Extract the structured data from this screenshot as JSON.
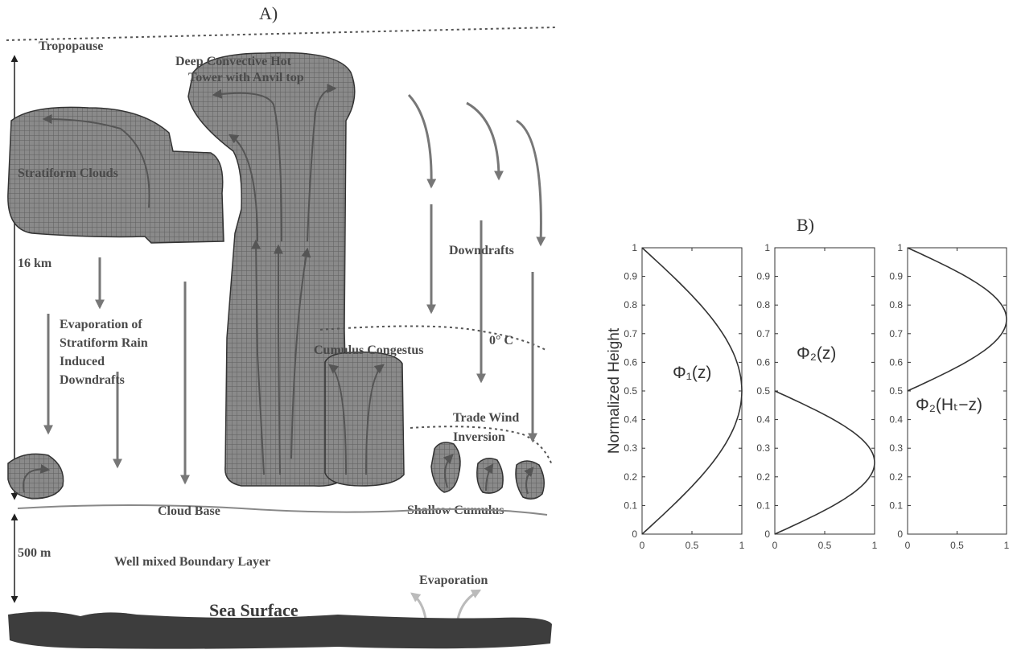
{
  "panel_a": {
    "title": "A)",
    "labels": {
      "tropopause": "Tropopause",
      "deep_convective_1": "Deep Convective Hot",
      "deep_convective_2": "Tower with Anvil top",
      "stratiform": "Stratiform Clouds",
      "km16": "16 km",
      "downdrafts": "Downdrafts",
      "evap_1": "Evaporation of",
      "evap_2": "Stratiform Rain",
      "evap_3": "Induced",
      "evap_4": "Downdrafts",
      "zero_c": "0° C",
      "congestus": "Cumulus Congestus",
      "trade_1": "Trade Wind",
      "trade_2": "Inversion",
      "cloud_base": "Cloud Base",
      "shallow": "Shallow Cumulus",
      "m500": "500 m",
      "boundary": "Well mixed Boundary Layer",
      "evaporation": "Evaporation",
      "sea": "Sea Surface"
    }
  },
  "panel_b": {
    "title": "B)",
    "ylabel": "Normalized Height",
    "yticks": [
      "0",
      "0.1",
      "0.2",
      "0.3",
      "0.4",
      "0.5",
      "0.6",
      "0.7",
      "0.8",
      "0.9",
      "1"
    ],
    "xticks": [
      "0",
      "0.5",
      "1"
    ]
  },
  "chart_data": [
    {
      "type": "line",
      "curve_label": "Φ₁(z)",
      "xlim": [
        0,
        1
      ],
      "ylim": [
        0,
        1
      ],
      "x": [
        0,
        0.309,
        0.588,
        0.809,
        0.951,
        1.0,
        0.951,
        0.809,
        0.588,
        0.309,
        0
      ],
      "y": [
        0,
        0.1,
        0.2,
        0.3,
        0.4,
        0.5,
        0.6,
        0.7,
        0.8,
        0.9,
        1.0
      ]
    },
    {
      "type": "line",
      "curve_label": "Φ₂(z)",
      "xlim": [
        0,
        1
      ],
      "ylim": [
        0,
        1
      ],
      "x": [
        0,
        0.309,
        0.588,
        0.809,
        0.951,
        1.0,
        0.951,
        0.809,
        0.588,
        0.309,
        0
      ],
      "y": [
        0,
        0.05,
        0.1,
        0.15,
        0.2,
        0.25,
        0.3,
        0.35,
        0.4,
        0.45,
        0.5
      ]
    },
    {
      "type": "line",
      "curve_label": "Φ₂(Hₜ−z)",
      "xlim": [
        0,
        1
      ],
      "ylim": [
        0,
        1
      ],
      "x": [
        0,
        0.309,
        0.588,
        0.809,
        0.951,
        1.0,
        0.951,
        0.809,
        0.588,
        0.309,
        0
      ],
      "y": [
        0.5,
        0.55,
        0.6,
        0.65,
        0.7,
        0.75,
        0.8,
        0.85,
        0.9,
        0.95,
        1.0
      ]
    }
  ]
}
